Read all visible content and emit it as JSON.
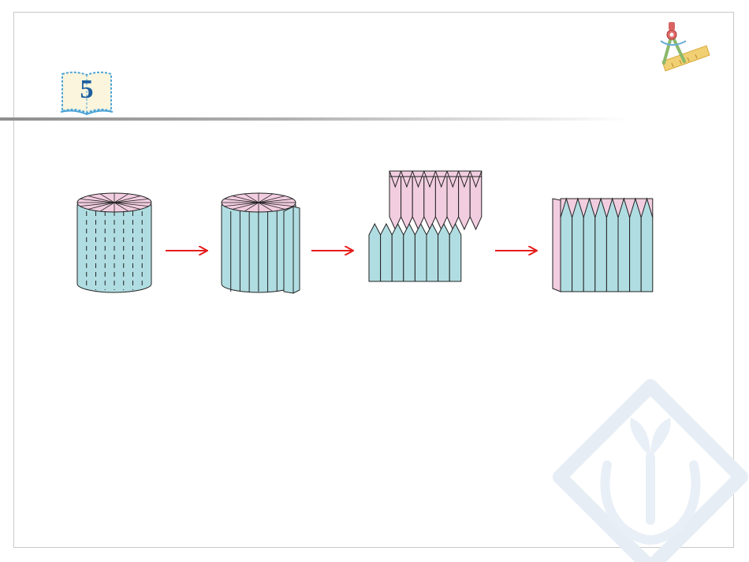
{
  "badge": {
    "number": "5"
  },
  "colors": {
    "teal": "#b0dde2",
    "pink": "#f2cde0",
    "pink_dark": "#e6a4c6",
    "arrow": "#e51c1c",
    "badge_fill": "#fbf5dd",
    "badge_text": "#1f5f9f"
  },
  "icons": {
    "badge": "open-book-icon",
    "corner": "compass-ruler-icon",
    "watermark": "hands-sprout-logo-icon"
  },
  "diagram": {
    "steps": [
      "cylinder",
      "cylinder-cut-into-sectors",
      "two-halves-separated",
      "approximate-cuboid"
    ],
    "sector_count": 16,
    "arrow_count": 3
  }
}
